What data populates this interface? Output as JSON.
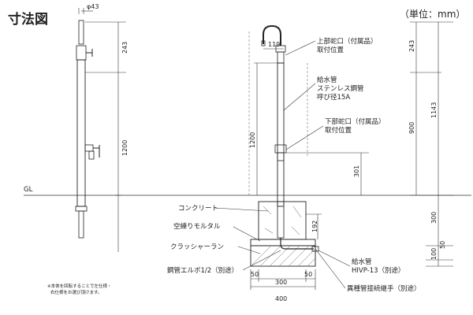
{
  "header": {
    "title": "寸法図",
    "unit": "（単位：mm）"
  },
  "side_view": {
    "diameter": "φ43",
    "dim_243": "243",
    "dim_1200": "1200",
    "ground_label": "GL",
    "note_line1": "※本体を回転することで左仕様・",
    "note_line2": "右仕様をお選び頂けます。"
  },
  "front_view": {
    "dim_119": "119",
    "dim_1200": "1200",
    "dim_301": "301"
  },
  "callouts": {
    "upper_faucet_1": "上部蛇口（付属品）",
    "upper_faucet_2": "取付位置",
    "supply_1": "給水管",
    "supply_2": "ステンレス鋼管",
    "supply_3": "呼び径15A",
    "lower_faucet_1": "下部蛇口（付属品）",
    "lower_faucet_2": "取付位置",
    "concrete": "コンクリート",
    "mortar": "空練りモルタル",
    "crusher": "クラッシャーラン",
    "elbow": "鋼管エルボ1/2（別途）",
    "hivp_1": "給水管",
    "hivp_2": "HIVP-13（別途）",
    "joint": "異種管接続継手（別途）"
  },
  "right_dims": {
    "d243": "243",
    "d900": "900",
    "d1143": "1143",
    "d300": "300",
    "d100": "100",
    "d50": "50"
  },
  "base_dims": {
    "d192": "192",
    "b50_left": "50",
    "b300": "300",
    "b50_right": "50",
    "b400": "400"
  }
}
